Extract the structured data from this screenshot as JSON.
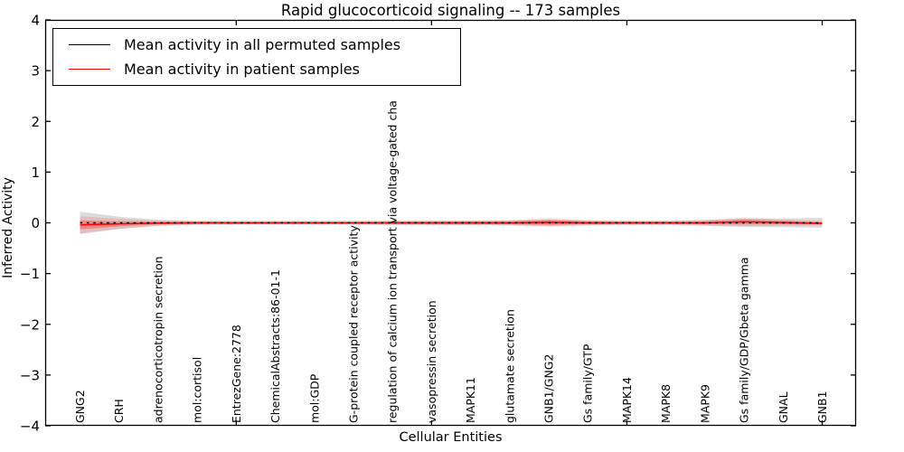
{
  "figure": {
    "title": "Rapid glucocorticoid signaling -- 173 samples",
    "xlabel": "Cellular Entities",
    "ylabel": "Inferred Activity"
  },
  "chart_data": {
    "type": "line",
    "title": "Rapid glucocorticoid signaling -- 173 samples",
    "xlabel": "Cellular Entities",
    "ylabel": "Inferred Activity",
    "ylim": [
      -4,
      4
    ],
    "yticks": [
      4,
      3,
      2,
      1,
      0,
      -1,
      -2,
      -3,
      -4
    ],
    "xticks_major_idx": [
      4,
      9,
      14,
      19
    ],
    "grid": false,
    "legend_position": "upper left",
    "categories": [
      "GNG2",
      "CRH",
      "adrenocorticotropin secretion",
      "mol:cortisol",
      "EntrezGene:2778",
      "ChemicalAbstracts:86-01-1",
      "mol:GDP",
      "G-protein coupled receptor activity",
      "regulation of calcium ion transport via voltage-gated cha",
      "vasopressin secretion",
      "MAPK11",
      "glutamate secretion",
      "GNB1/GNG2",
      "Gs family/GTP",
      "MAPK14",
      "MAPK8",
      "MAPK9",
      "Gs family/GDP/Gbeta gamma",
      "GNAL",
      "GNB1"
    ],
    "series": [
      {
        "name": "Mean activity in all permuted samples",
        "color": "#000000",
        "linestyle": "dotted",
        "values": [
          0,
          0,
          0,
          0,
          0,
          0,
          0,
          0,
          0,
          0,
          0,
          0,
          0,
          0,
          0,
          0,
          0,
          0,
          0,
          0
        ]
      },
      {
        "name": "Mean activity in patient samples",
        "color": "#ff0000",
        "linestyle": "solid",
        "values": [
          -0.04,
          -0.02,
          -0.005,
          0,
          0,
          0,
          0,
          0,
          0,
          0,
          0,
          0,
          0.01,
          0,
          0,
          0,
          0,
          0.02,
          0.005,
          -0.01
        ]
      }
    ],
    "bands": [
      {
        "name": "permuted-samples-range",
        "series": 0,
        "color": "rgba(0,0,0,0.14)",
        "half_widths": [
          0.22,
          0.12,
          0.06,
          0.04,
          0.04,
          0.04,
          0.04,
          0.04,
          0.045,
          0.045,
          0.045,
          0.05,
          0.06,
          0.05,
          0.045,
          0.045,
          0.06,
          0.08,
          0.085,
          0.095
        ]
      },
      {
        "name": "patient-samples-range-outer",
        "series": 1,
        "color": "rgba(255,0,0,0.13)",
        "half_widths": [
          0.17,
          0.1,
          0.05,
          0.035,
          0.03,
          0.03,
          0.03,
          0.03,
          0.035,
          0.04,
          0.045,
          0.05,
          0.09,
          0.05,
          0.035,
          0.035,
          0.05,
          0.09,
          0.06,
          0.045
        ]
      },
      {
        "name": "patient-samples-range-inner",
        "series": 1,
        "color": "rgba(255,0,0,0.28)",
        "half_widths": [
          0.09,
          0.05,
          0.028,
          0.02,
          0.018,
          0.018,
          0.018,
          0.018,
          0.02,
          0.022,
          0.025,
          0.028,
          0.05,
          0.028,
          0.02,
          0.02,
          0.028,
          0.05,
          0.033,
          0.026
        ]
      }
    ]
  }
}
